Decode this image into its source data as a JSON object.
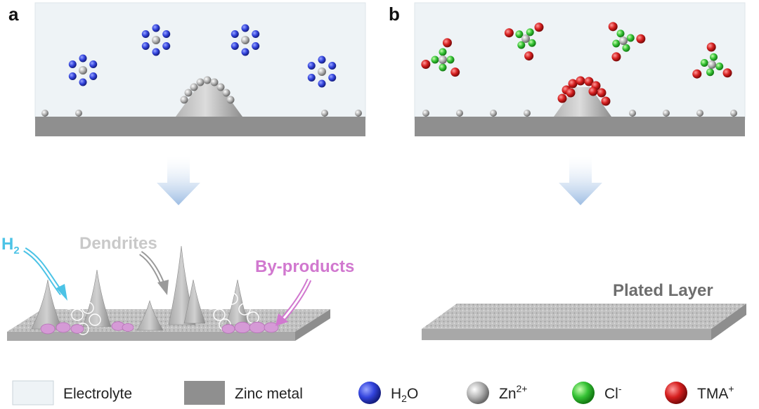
{
  "panels": {
    "a": {
      "letter": "a"
    },
    "b": {
      "letter": "b"
    }
  },
  "callouts": {
    "h2": {
      "main": "H",
      "sub": "2",
      "color": "#4cc3e6"
    },
    "dendrites": {
      "text": "Dendrites",
      "color": "#c9c9c9"
    },
    "byproducts": {
      "text": "By-products",
      "color": "#d178cf"
    },
    "plated_layer": {
      "text": "Plated Layer",
      "color": "#6e6e6e"
    }
  },
  "legend": [
    {
      "id": "electrolyte",
      "label": "Electrolyte",
      "kind": "swatch-light"
    },
    {
      "id": "zinc-metal",
      "label": "Zinc metal",
      "kind": "swatch-dark"
    },
    {
      "id": "h2o",
      "label_main": "H",
      "label_sub": "2",
      "label_tail": "O",
      "color": "#2f3fd6"
    },
    {
      "id": "zn2",
      "label_main": "Zn",
      "label_sup": "2+",
      "color": "#9a9a9a"
    },
    {
      "id": "cl",
      "label_main": "Cl",
      "label_sup": "-",
      "color": "#2fc22f"
    },
    {
      "id": "tma",
      "label_main": "TMA",
      "label_sup": "+",
      "color": "#d41f1f"
    }
  ],
  "colors": {
    "electrolyte": "#eef3f6",
    "zinc_metal": "#8f8f8f",
    "arrow": "#a9c4e3",
    "h2o": "#2f3fd6",
    "zn": "#9a9a9a",
    "cl": "#2fc22f",
    "tma": "#d41f1f",
    "byproduct": "#d59ad6"
  }
}
